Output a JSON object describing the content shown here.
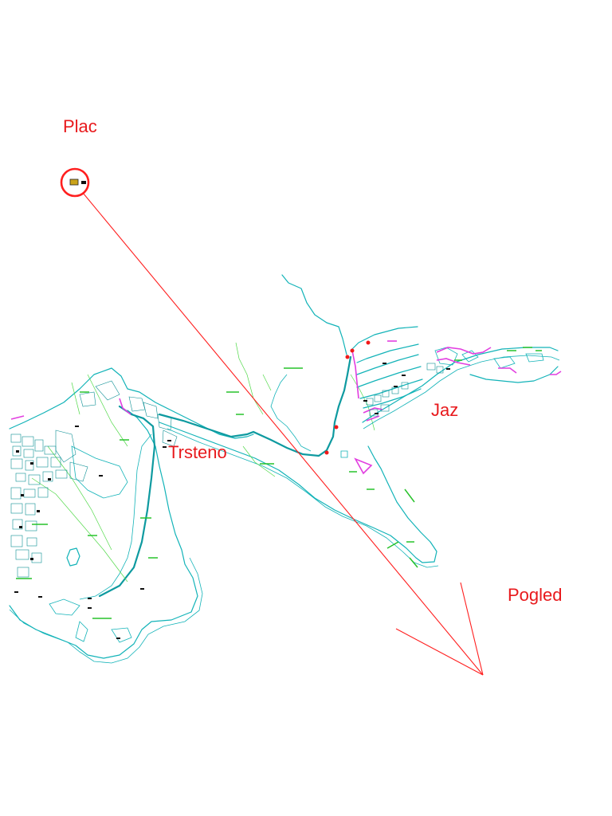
{
  "labels": {
    "plac": "Plac",
    "trsteno": "Trsteno",
    "jaz": "Jaz",
    "pogled": "Pogled"
  },
  "colors": {
    "annotation": "#e8191c",
    "coastline": "#12b3b8",
    "road": "#0e9aa0",
    "contour": "#52d94a",
    "boundary": "#e23ee0",
    "background": "#ffffff"
  },
  "icons": {
    "plot_marker": "circle-marker-icon",
    "view_direction": "arrow-icon"
  }
}
